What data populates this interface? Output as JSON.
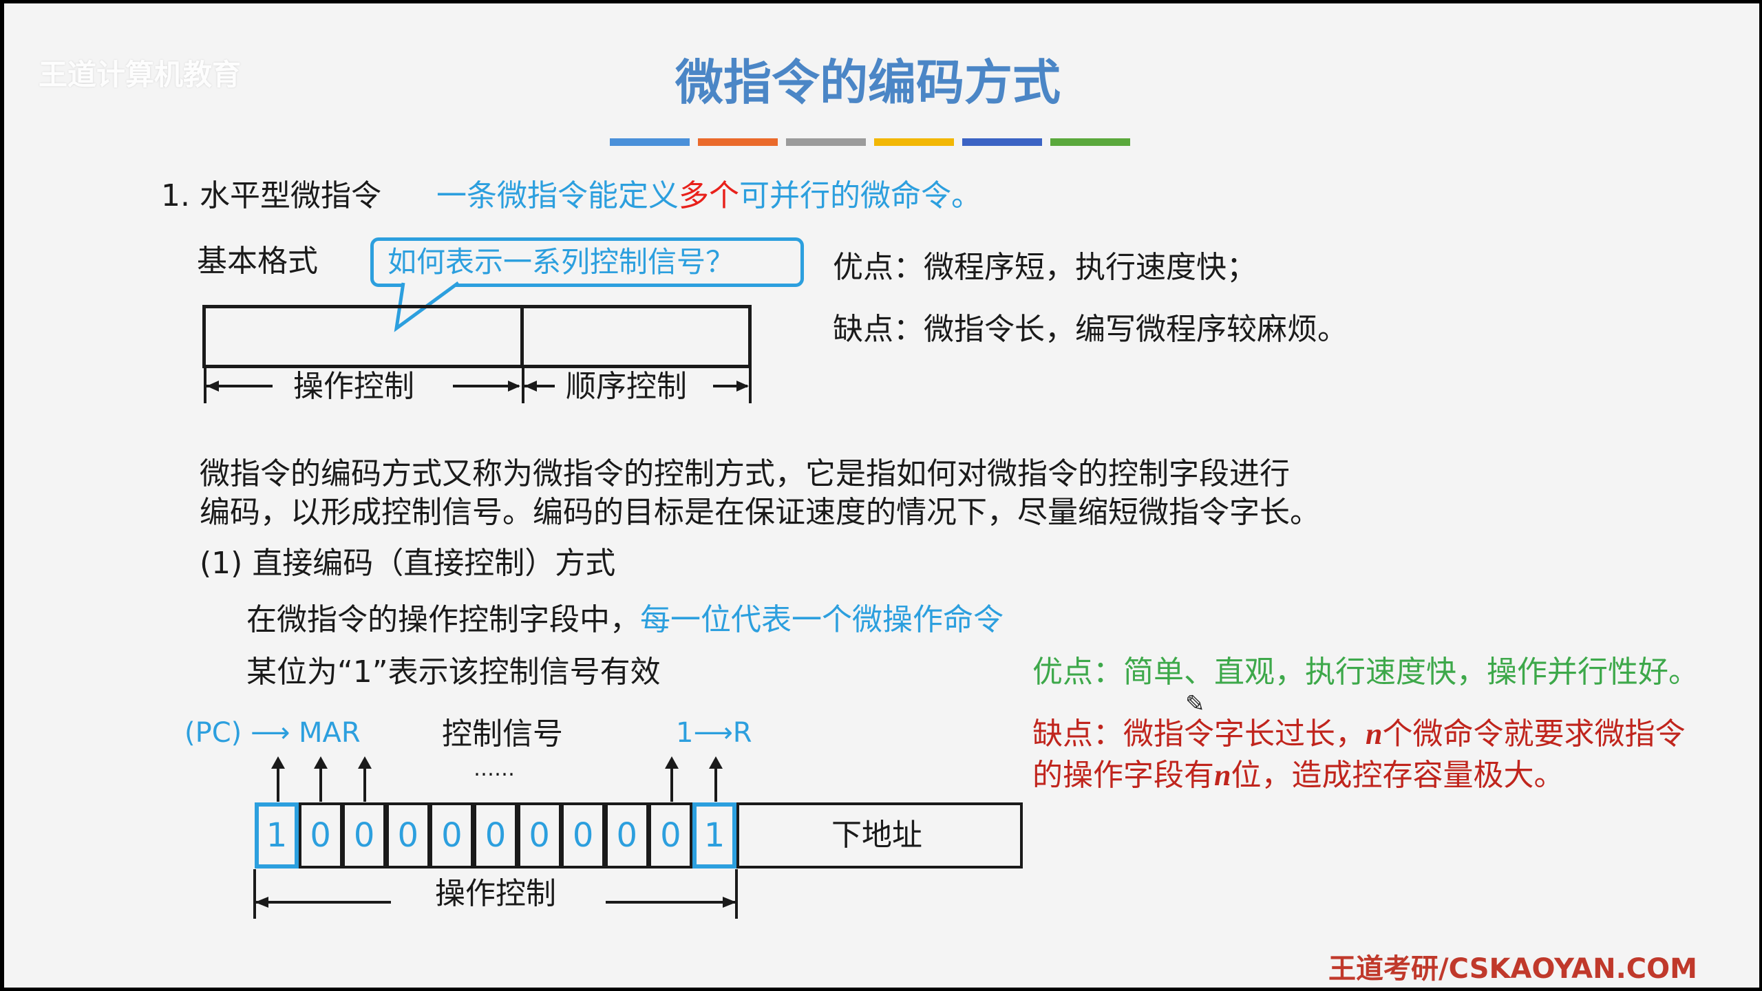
{
  "watermark": "王道计算机教育",
  "title": "微指令的编码方式",
  "title_bar_colors": [
    "#4a90d9",
    "#ea6a2b",
    "#9b9b9b",
    "#f2b705",
    "#3b63c4",
    "#5aa83c"
  ],
  "section1": {
    "heading": "1. 水平型微指令",
    "def_part1": "一条微指令能定义",
    "def_part2": "多个",
    "def_part3": "可并行的微命令。"
  },
  "format": {
    "label": "基本格式",
    "callout": "如何表示一系列控制信号？",
    "field_op": "操作控制",
    "field_seq": "顺序控制"
  },
  "pros_cons_1": {
    "pro": "优点：微程序短，执行速度快；",
    "con": "缺点：微指令长，编写微程序较麻烦。"
  },
  "paragraph": {
    "line1": "微指令的编码方式又称为微指令的控制方式，它是指如何对微指令的控制字段进行",
    "line2": "编码，以形成控制信号。编码的目标是在保证速度的情况下，尽量缩短微指令字长。"
  },
  "direct": {
    "heading": "(1) 直接编码（直接控制）方式",
    "line1_a": "在微指令的操作控制字段中，",
    "line1_b": "每一位代表一个微操作命令",
    "line2": "某位为“1”表示该控制信号有效"
  },
  "diagram": {
    "sig_left": "(PC) ⟶ MAR",
    "sig_mid": "控制信号",
    "dots": "……",
    "sig_right": "1⟶R",
    "bits": [
      "1",
      "0",
      "0",
      "0",
      "0",
      "0",
      "0",
      "0",
      "0",
      "0",
      "1"
    ],
    "addr_label": "下地址",
    "span_label": "操作控制"
  },
  "pros_cons_2": {
    "pro": "优点：简单、直观，执行速度快，操作并行性好。",
    "con1_a": "缺点：微指令字长过长，",
    "con1_n": "n",
    "con1_b": "个微命令就要求微指令",
    "con2_a": "的操作字段有",
    "con2_n": "n",
    "con2_b": "位，造成控存容量极大。"
  },
  "footer": "王道考研/CSKAOYAN.COM"
}
